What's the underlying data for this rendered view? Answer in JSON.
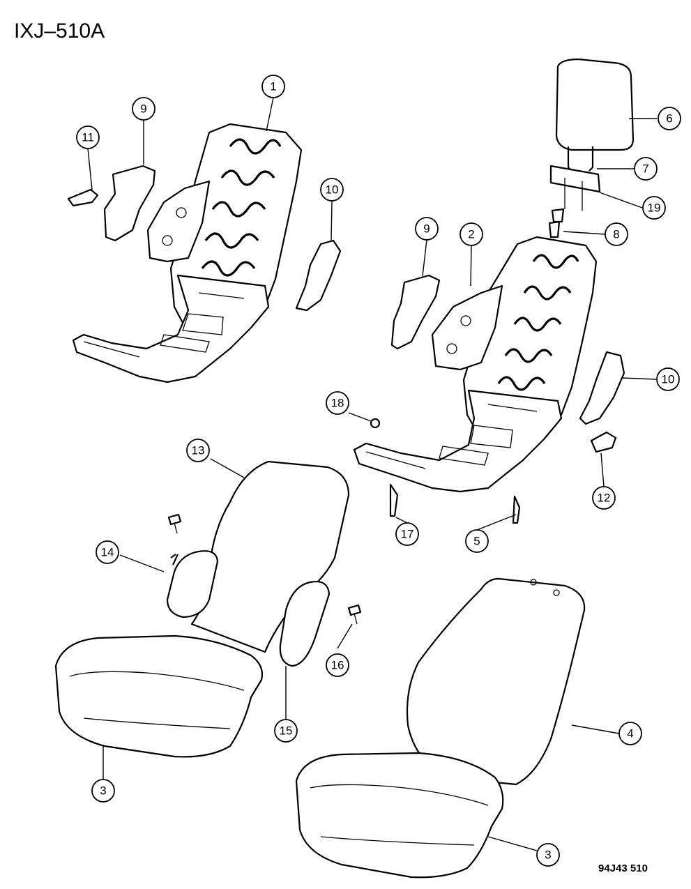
{
  "header": {
    "title": "IXJ–510A"
  },
  "footer": {
    "code": "94J43 510"
  },
  "callouts": {
    "c1": "1",
    "c2": "2",
    "c3a": "3",
    "c3b": "3",
    "c4": "4",
    "c5": "5",
    "c6": "6",
    "c7": "7",
    "c8": "8",
    "c9a": "9",
    "c9b": "9",
    "c10a": "10",
    "c10b": "10",
    "c11": "11",
    "c12": "12",
    "c13": "13",
    "c14": "14",
    "c15": "15",
    "c16": "16",
    "c17": "17",
    "c18": "18",
    "c19": "19"
  }
}
